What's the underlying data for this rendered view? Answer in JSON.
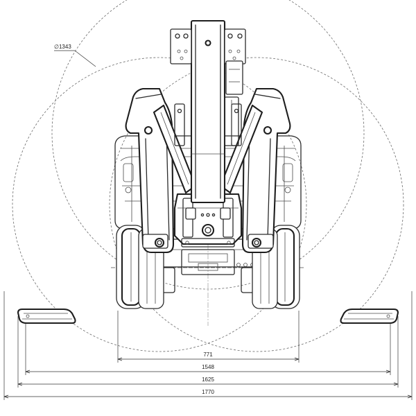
{
  "annotations": {
    "diameter_label": "∅1343"
  },
  "dimensions": [
    {
      "id": "width-771",
      "value": "771"
    },
    {
      "id": "width-1548",
      "value": "1548"
    },
    {
      "id": "width-1625",
      "value": "1625"
    },
    {
      "id": "width-1770",
      "value": "1770"
    }
  ]
}
